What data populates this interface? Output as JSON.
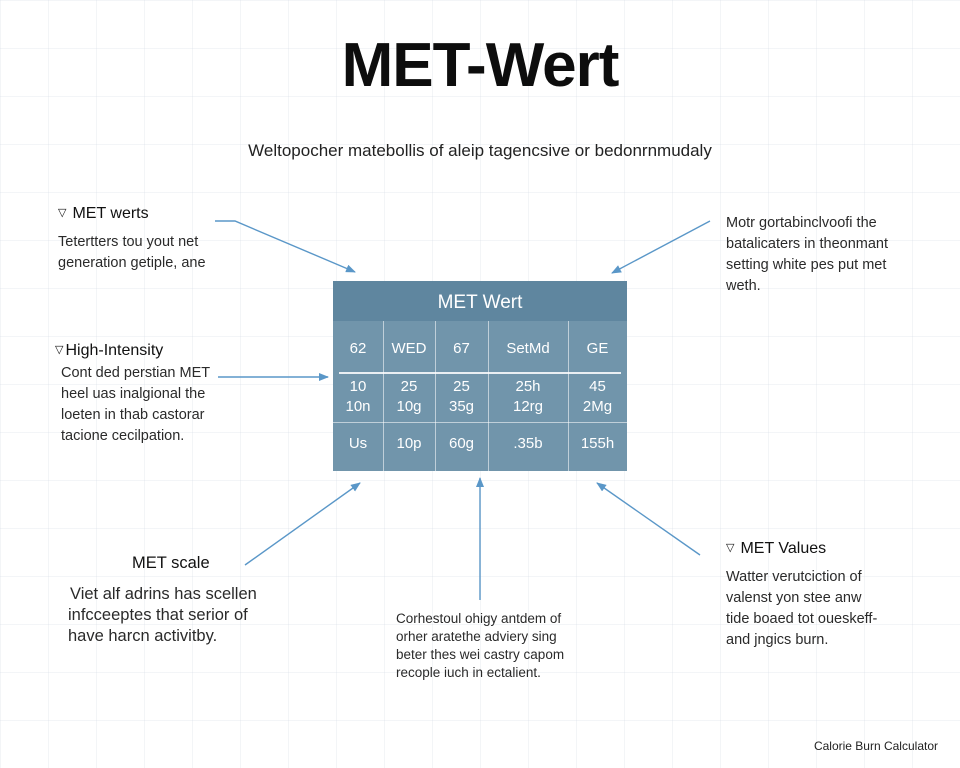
{
  "title": "MET-Wert",
  "subtitle": "Weltopocher matebollis of aleip tagencsive or bedonrnmudaly",
  "colors": {
    "panel": "#7195ab",
    "panel_header": "#5f869f",
    "arrow": "#5a97c8"
  },
  "notes": {
    "top_left": {
      "icon": "triangle-down-icon",
      "heading": "MET werts",
      "lines": [
        "Tetertters tou yout net",
        "generation getiple, ane"
      ]
    },
    "mid_left": {
      "icon": "triangle-down-icon",
      "heading": "High-Intensity",
      "lines": [
        "Cont ded perstian MET",
        "heel uas inalgional the",
        "loeten in thab castorar",
        "tacione cecilpation."
      ]
    },
    "bottom_left": {
      "heading": "MET scale",
      "lines": [
        "Viet alf adrins has scellen",
        "infcceeptes that serior of",
        "have harcn activitby."
      ]
    },
    "top_right": {
      "lines": [
        "Motr gortabinclvoofi the",
        "batalicaters in theonmant",
        "setting white pes put met",
        "weth."
      ]
    },
    "bottom_right": {
      "icon": "triangle-down-icon",
      "heading": "MET Values",
      "lines": [
        "Watter verutciction of",
        "valenst yon stee anw",
        "tide boaed tot oueskeff-",
        "and jngics burn."
      ]
    },
    "bottom_center": {
      "lines": [
        "Corhestoul ohigy antdem of",
        "orher aratethe adviery sing",
        "beter thes wei castry capom",
        "recople iuch in ectalient."
      ]
    }
  },
  "table": {
    "title": "MET Wert",
    "header_row": [
      "62",
      "WED",
      "67",
      "SetMd",
      "GE"
    ],
    "rows": [
      [
        [
          "10",
          "10n"
        ],
        [
          "25",
          "10g"
        ],
        [
          "25",
          "35g"
        ],
        [
          "25h",
          "12rg"
        ],
        [
          "45",
          "2Mg"
        ]
      ],
      [
        [
          "Us"
        ],
        [
          "10p"
        ],
        [
          "60g"
        ],
        [
          ".35b"
        ],
        [
          "155h"
        ]
      ]
    ]
  },
  "footer": "Calorie Burn Calculator"
}
